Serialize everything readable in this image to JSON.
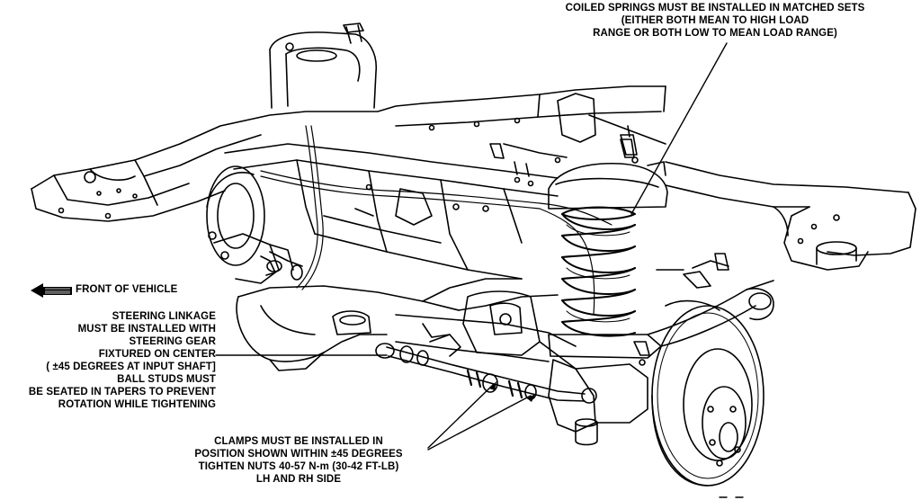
{
  "diagram": {
    "notes": {
      "springs": [
        "COILED SPRINGS MUST BE INSTALLED IN MATCHED SETS",
        "(EITHER BOTH MEAN TO HIGH LOAD",
        "RANGE OR BOTH LOW TO MEAN LOAD RANGE)"
      ],
      "front": "FRONT OF VEHICLE",
      "steering": [
        "STEERING LINKAGE",
        "MUST BE INSTALLED WITH",
        "STEERING GEAR",
        "FIXTURED ON CENTER",
        "( ±45 DEGREES AT INPUT SHAFT]",
        "BALL STUDS MUST",
        "BE SEATED IN TAPERS TO PREVENT",
        "ROTATION WHILE TIGHTENING"
      ],
      "clamps": [
        "CLAMPS MUST BE INSTALLED IN",
        "POSITION SHOWN WITHIN ±45 DEGREES",
        "TIGHTEN NUTS 40-57 N-m (30-42 FT-LB)",
        "LH AND RH SIDE"
      ]
    },
    "colors": {
      "ink": "#000000",
      "paper": "#ffffff"
    }
  }
}
